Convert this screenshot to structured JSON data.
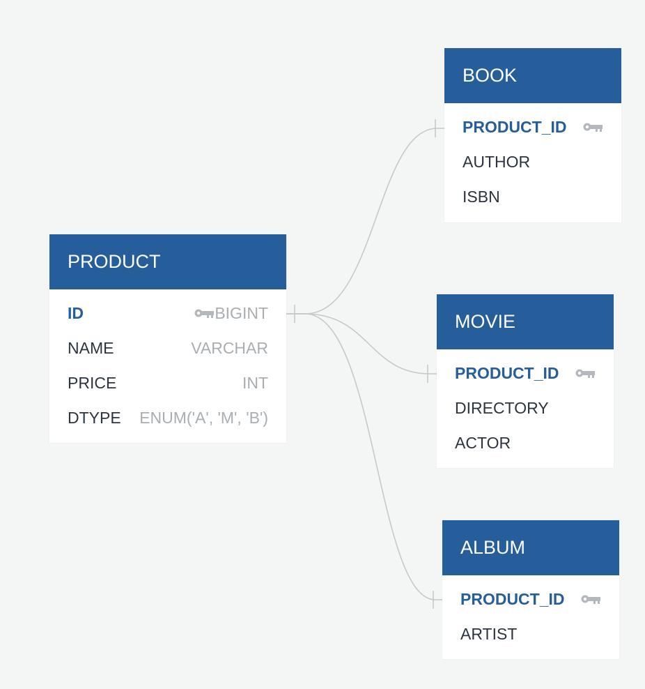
{
  "colors": {
    "header_bg": "#265e9b",
    "header_text": "#ffffff",
    "pk_text": "#265e9b",
    "field_text": "#2c3440",
    "type_text": "#a9aeb3",
    "connector": "#c8c8c8",
    "background": "#f4f5f5"
  },
  "entities": {
    "product": {
      "title": "PRODUCT",
      "fields": [
        {
          "name": "ID",
          "type": "BIGINT",
          "pk": true
        },
        {
          "name": "NAME",
          "type": "VARCHAR",
          "pk": false
        },
        {
          "name": "PRICE",
          "type": "INT",
          "pk": false
        },
        {
          "name": "DTYPE",
          "type": "ENUM('A', 'M', 'B')",
          "pk": false
        }
      ]
    },
    "book": {
      "title": "BOOK",
      "fields": [
        {
          "name": "PRODUCT_ID",
          "pk": true
        },
        {
          "name": "AUTHOR",
          "pk": false
        },
        {
          "name": "ISBN",
          "pk": false
        }
      ]
    },
    "movie": {
      "title": "MOVIE",
      "fields": [
        {
          "name": "PRODUCT_ID",
          "pk": true
        },
        {
          "name": "DIRECTORY",
          "pk": false
        },
        {
          "name": "ACTOR",
          "pk": false
        }
      ]
    },
    "album": {
      "title": "ALBUM",
      "fields": [
        {
          "name": "PRODUCT_ID",
          "pk": true
        },
        {
          "name": "ARTIST",
          "pk": false
        }
      ]
    }
  },
  "relations": [
    {
      "from": "product.ID",
      "to": "book.PRODUCT_ID"
    },
    {
      "from": "product.ID",
      "to": "movie.PRODUCT_ID"
    },
    {
      "from": "product.ID",
      "to": "album.PRODUCT_ID"
    }
  ]
}
